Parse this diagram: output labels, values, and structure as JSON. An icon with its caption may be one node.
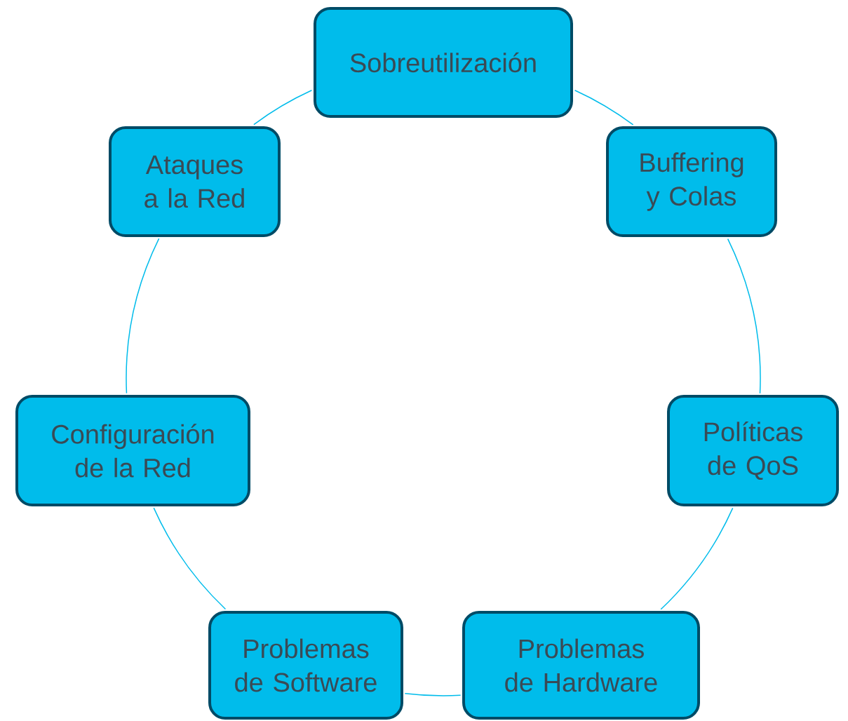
{
  "diagram": {
    "nodes": [
      {
        "text": [
          "Sobreutilización"
        ]
      },
      {
        "text": [
          "Buffering y Colas"
        ]
      },
      {
        "text": [
          "Políticas de QoS"
        ]
      },
      {
        "text": [
          "Problemas de Hardware"
        ]
      },
      {
        "text": [
          "Problemas de Software"
        ]
      },
      {
        "text": [
          "Configuración de la Red"
        ]
      },
      {
        "text": [
          "Ataques a la Red"
        ]
      }
    ],
    "edges": [
      {
        "from": 0,
        "to": 1,
        "arrow": "none"
      },
      {
        "from": 1,
        "to": 2,
        "arrow": "none"
      },
      {
        "from": 2,
        "to": 3,
        "arrow": "none"
      },
      {
        "from": 3,
        "to": 4,
        "arrow": "none"
      },
      {
        "from": 4,
        "to": 5,
        "arrow": "none"
      },
      {
        "from": 5,
        "to": 6,
        "arrow": "none"
      },
      {
        "from": 6,
        "to": 0,
        "arrow": "none"
      }
    ]
  }
}
